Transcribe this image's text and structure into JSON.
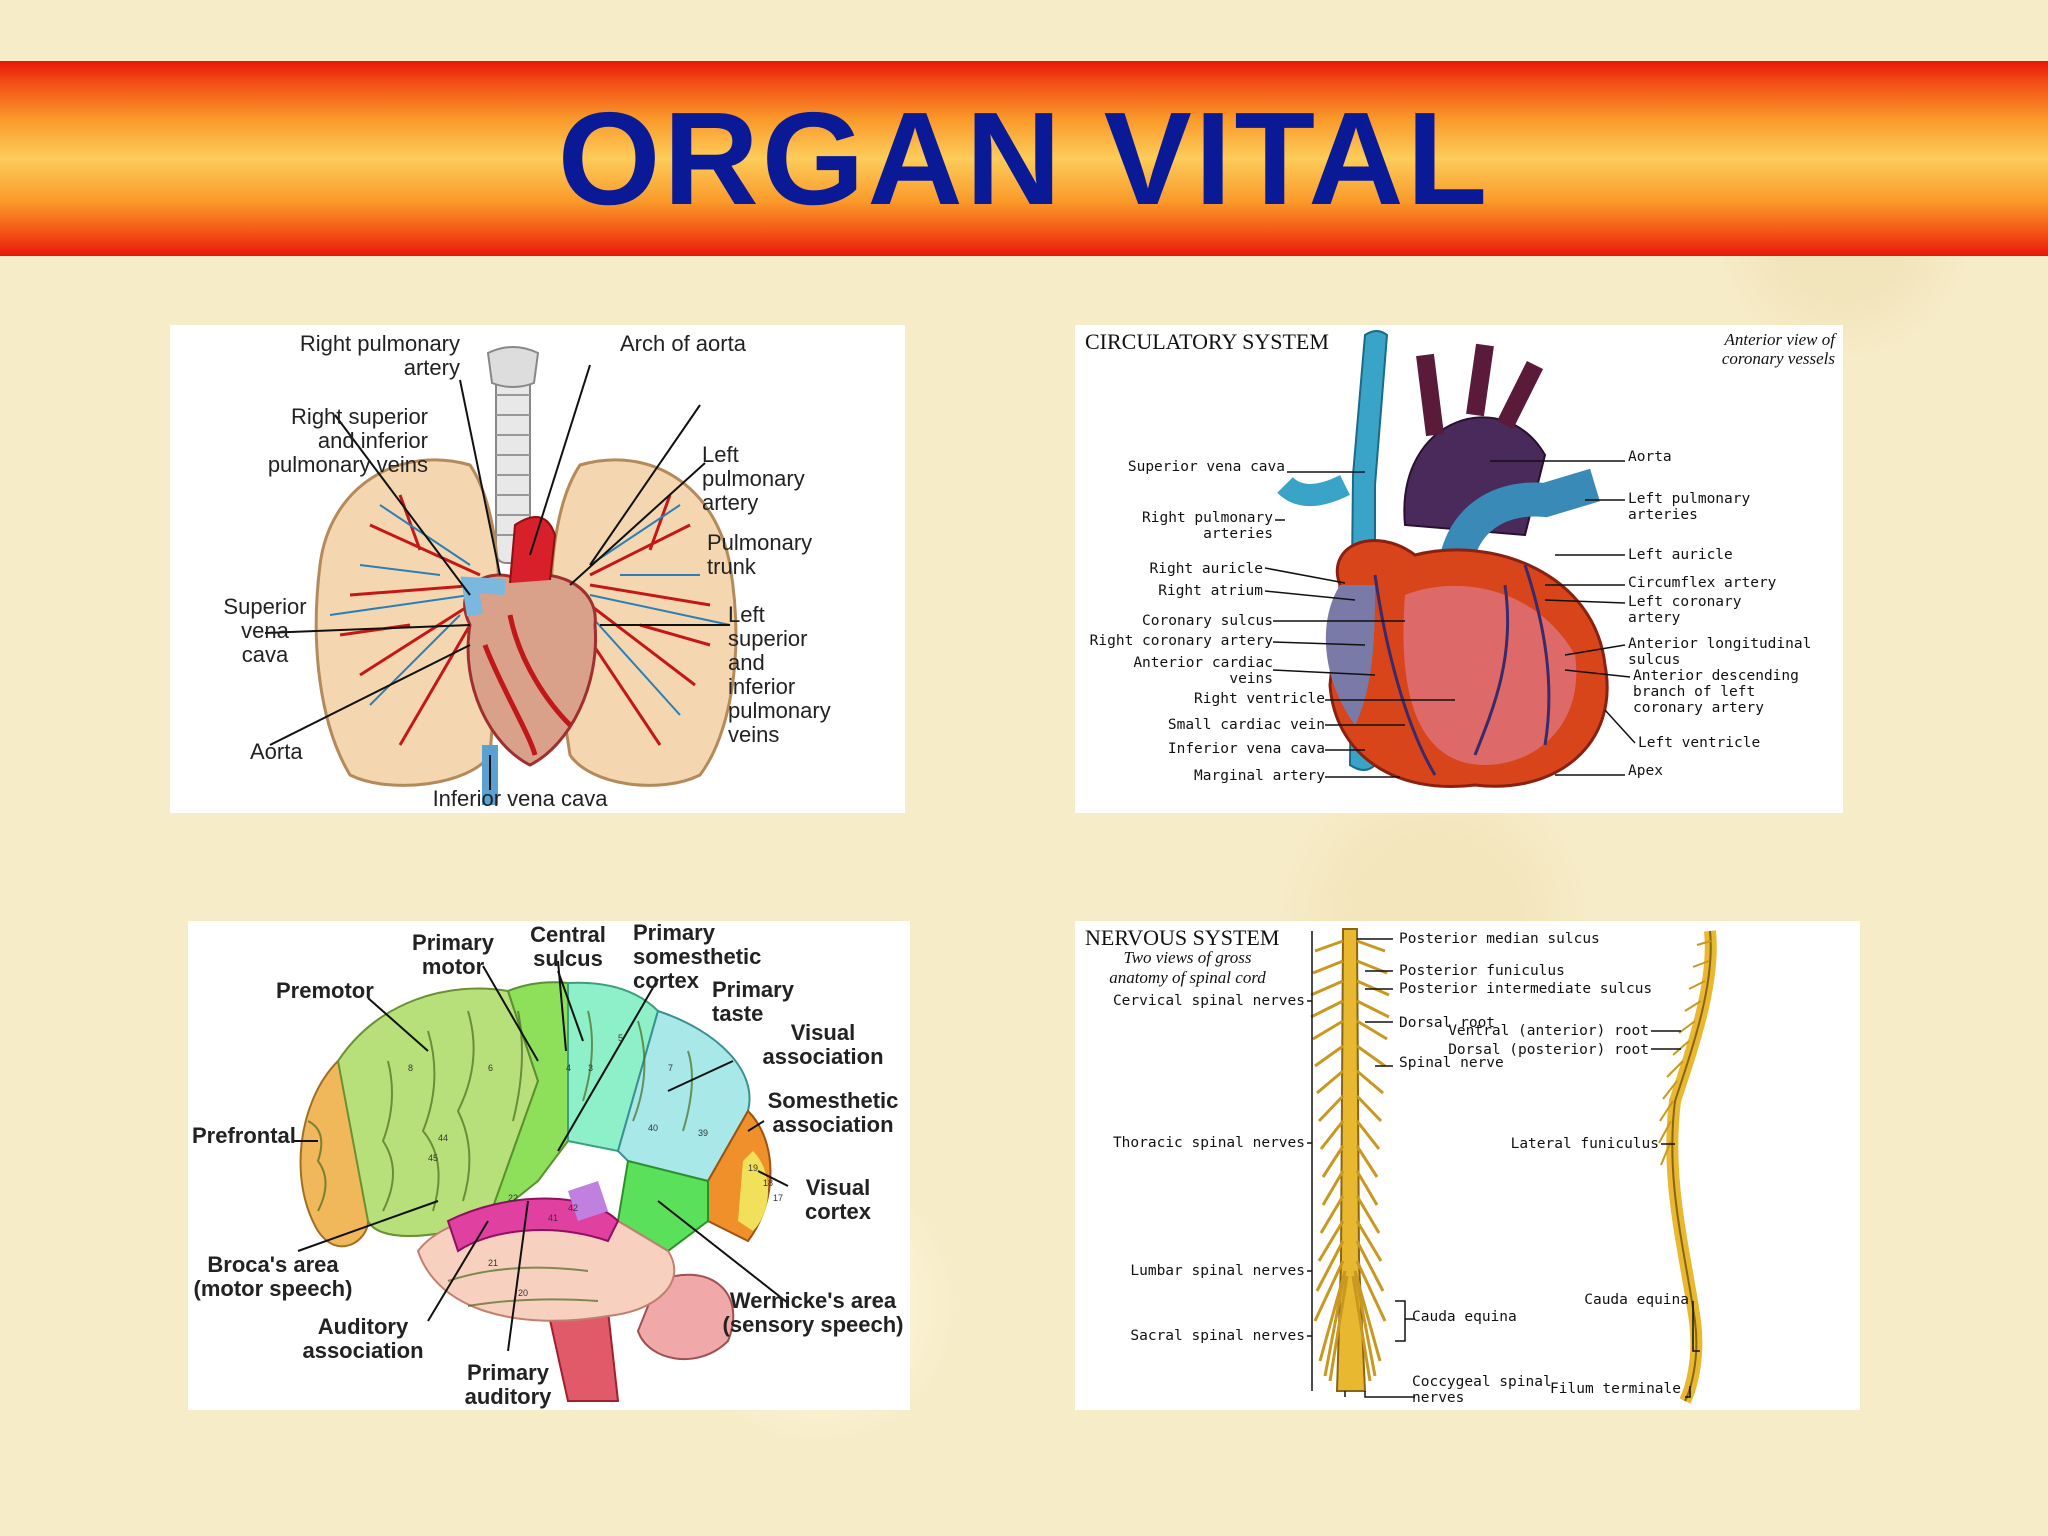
{
  "slide": {
    "title": "ORGAN VITAL"
  },
  "lungs": {
    "labels": [
      "Right pulmonary\nartery",
      "Arch of aorta",
      "Right superior\nand inferior\npulmonary veins",
      "Left\npulmonary\nartery",
      "Pulmonary\ntrunk",
      "Superior\nvena\ncava",
      "Left\nsuperior\nand\ninferior\npulmonary\nveins",
      "Aorta",
      "Inferior vena cava"
    ]
  },
  "heart": {
    "title": "CIRCULATORY SYSTEM",
    "subtitle": "Anterior view of\ncoronary vessels",
    "left_labels": [
      "Superior vena cava",
      "Right pulmonary\narteries",
      "Right auricle",
      "Right atrium",
      "Coronary sulcus",
      "Right coronary artery",
      "Anterior cardiac\nveins",
      "Right ventricle",
      "Small cardiac vein",
      "Inferior vena cava",
      "Marginal artery"
    ],
    "right_labels": [
      "Aorta",
      "Left pulmonary\narteries",
      "Left auricle",
      "Circumflex artery",
      "Left coronary\nartery",
      "Anterior longitudinal\nsulcus",
      "Anterior descending\nbranch of left\ncoronary artery",
      "Left ventricle",
      "Apex"
    ]
  },
  "brain": {
    "labels": [
      "Primary\nmotor",
      "Central\nsulcus",
      "Primary\nsomesthetic\ncortex",
      "Premotor",
      "Primary\ntaste",
      "Visual\nassociation",
      "Somesthetic\nassociation",
      "Prefrontal",
      "Visual\ncortex",
      "Broca's area\n(motor speech)",
      "Wernicke's area\n(sensory speech)",
      "Auditory\nassociation",
      "Primary\nauditory"
    ],
    "area_numbers": [
      "4",
      "3",
      "8",
      "6",
      "5",
      "7",
      "44",
      "45",
      "40",
      "39",
      "41",
      "42",
      "22",
      "21",
      "20",
      "19",
      "18",
      "17"
    ]
  },
  "spine": {
    "title": "NERVOUS SYSTEM",
    "subtitle": "Two views of gross\nanatomy of spinal cord",
    "left_labels": [
      "Cervical spinal nerves",
      "Thoracic spinal nerves",
      "Lumbar spinal nerves",
      "Sacral spinal nerves"
    ],
    "mid_labels": [
      "Posterior median sulcus",
      "Posterior funiculus",
      "Posterior intermediate sulcus",
      "Dorsal root",
      "Spinal nerve",
      "Cauda equina",
      "Coccygeal spinal\nnerves"
    ],
    "right_labels": [
      "Ventral (anterior) root",
      "Dorsal (posterior) root",
      "Lateral funiculus",
      "Cauda equina",
      "Filum terminale"
    ]
  }
}
